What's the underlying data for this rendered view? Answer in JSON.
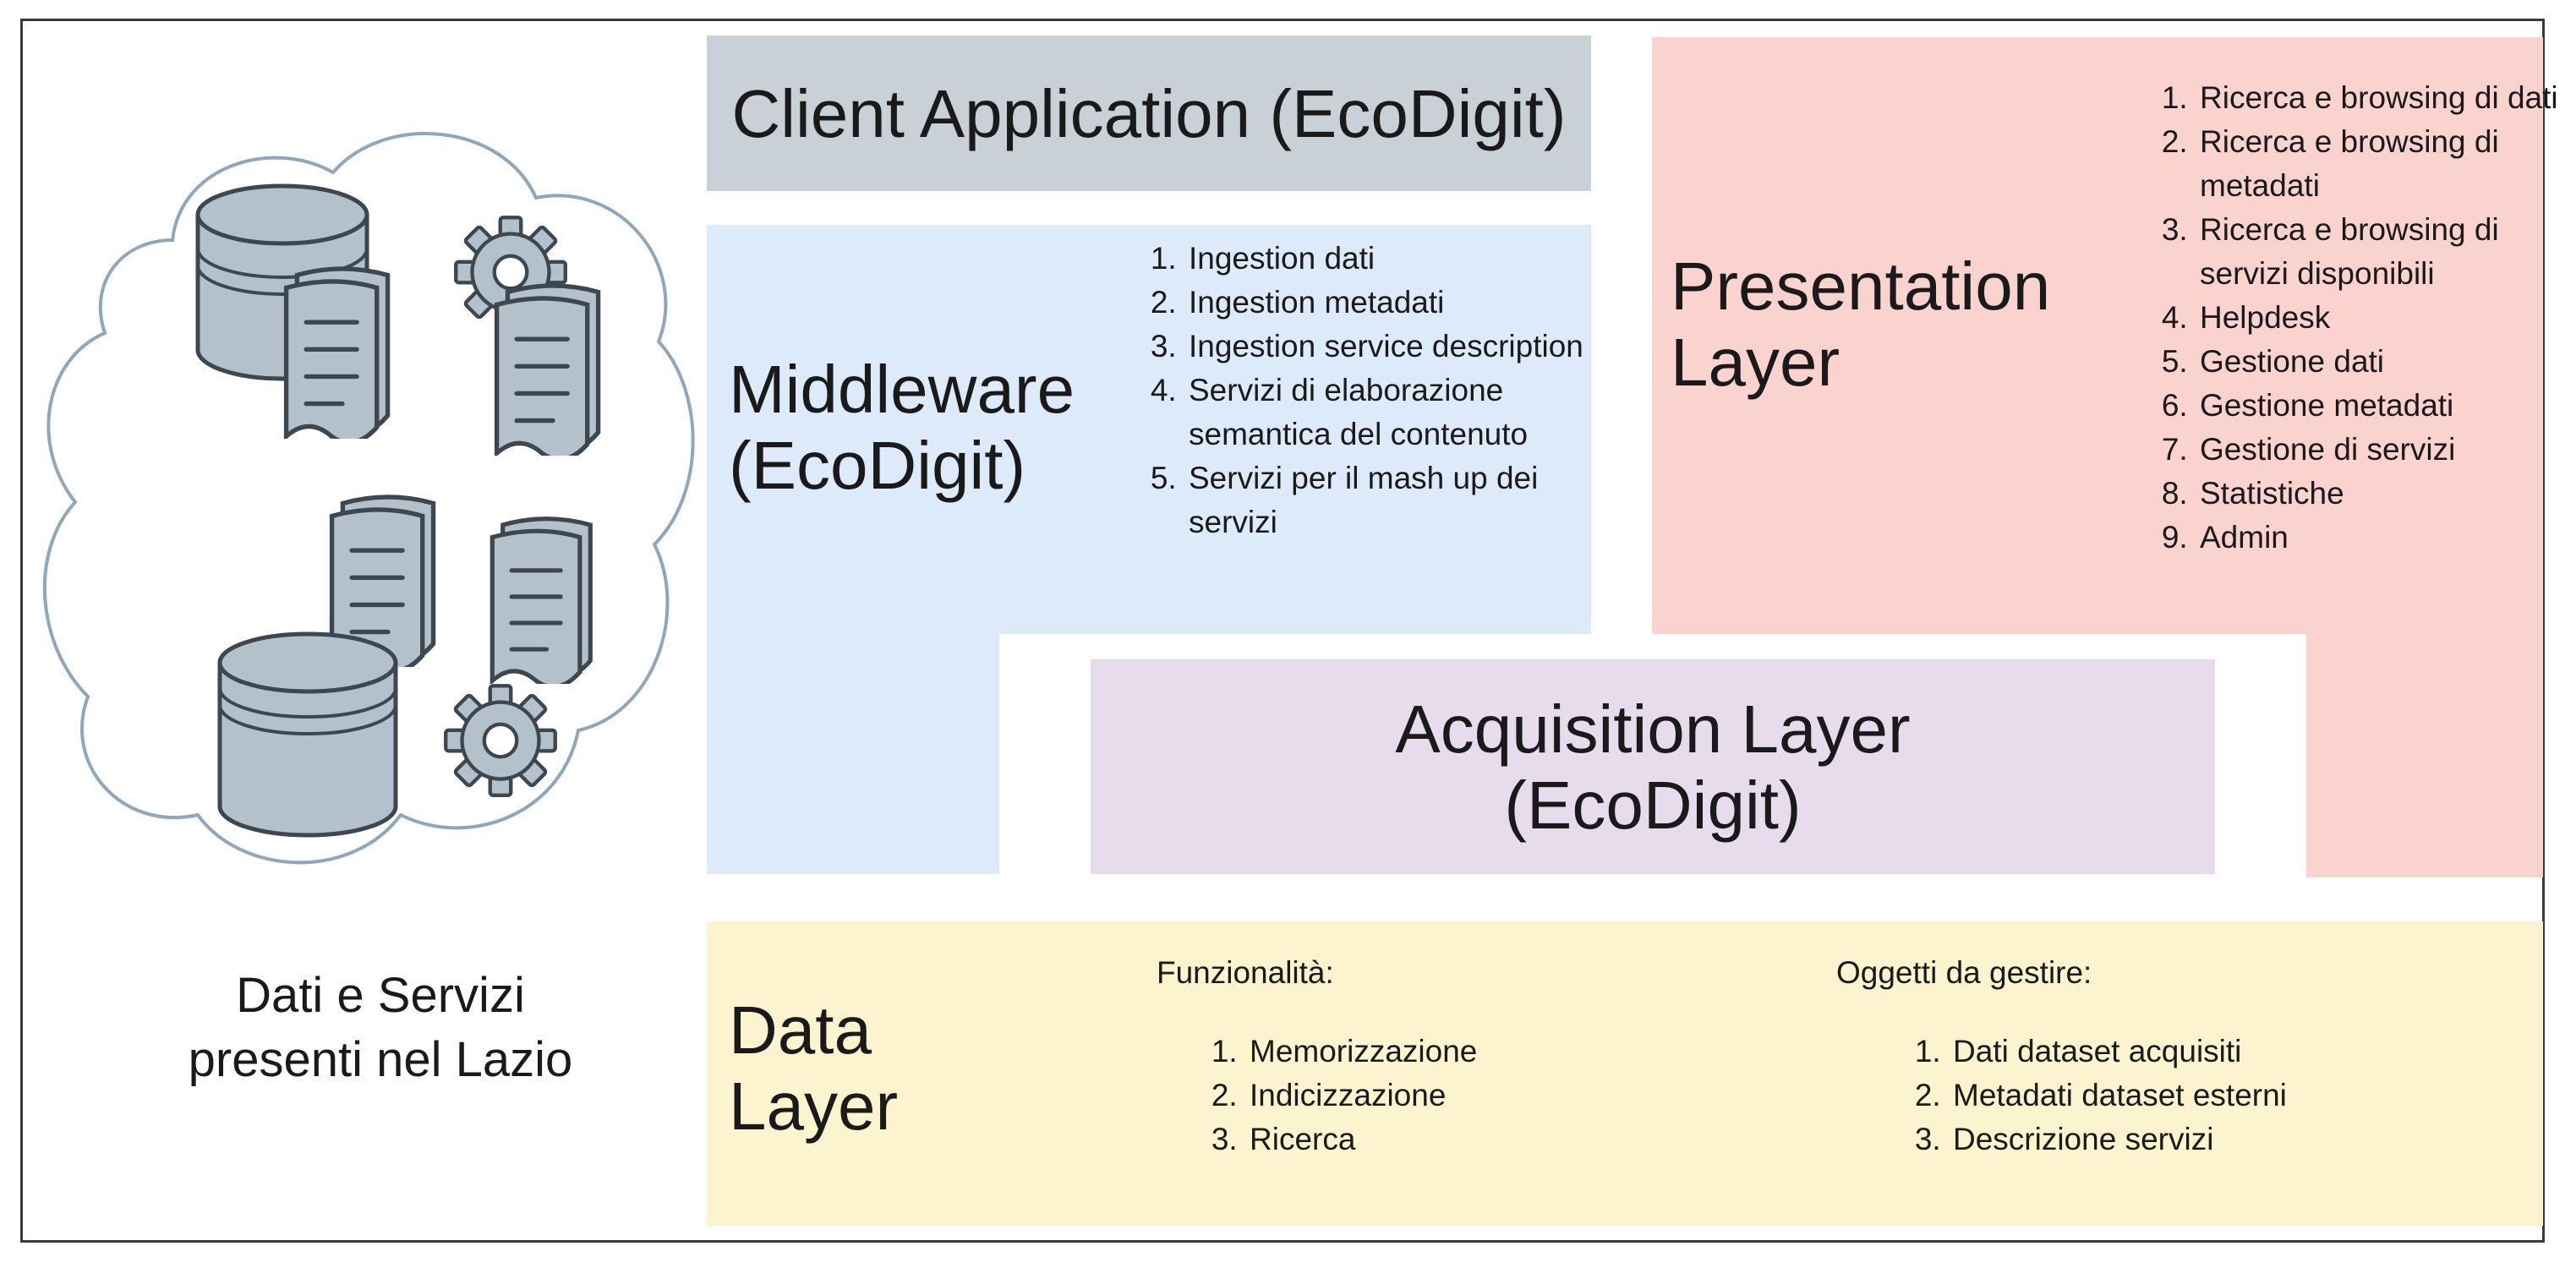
{
  "client_application": {
    "title": "Client Application (EcoDigit)",
    "color": "#c9d0d6"
  },
  "middleware": {
    "title_line1": "Middleware",
    "title_line2": "(EcoDigit)",
    "color": "#dceaf9",
    "items": [
      "Ingestion dati",
      "Ingestion metadati",
      "Ingestion service description",
      "Servizi di elaborazione semantica del contenuto",
      "Servizi per il mash up dei servizi"
    ]
  },
  "presentation_layer": {
    "title_line1": "Presentation",
    "title_line2": "Layer",
    "color": "#fbd3ce",
    "items": [
      "Ricerca e browsing di dati",
      "Ricerca e browsing di metadati",
      "Ricerca e browsing di servizi disponibili",
      "Helpdesk",
      "Gestione dati",
      "Gestione metadati",
      "Gestione di servizi",
      "Statistiche",
      "Admin"
    ]
  },
  "acquisition_layer": {
    "title_line1": "Acquisition Layer",
    "title_line2": "(EcoDigit)",
    "color": "#e6dcec"
  },
  "data_layer": {
    "title_line1": "Data",
    "title_line2": "Layer",
    "color": "#fbf4cf",
    "functions_header": "Funzionalità:",
    "functions": [
      "Memorizzazione",
      "Indicizzazione",
      "Ricerca"
    ],
    "objects_header": "Oggetti da gestire:",
    "objects": [
      "Dati dataset acquisiti",
      "Metadati dataset esterni",
      "Descrizione servizi"
    ]
  },
  "sources": {
    "caption_line1": "Dati e Servizi",
    "caption_line2": "presenti nel Lazio",
    "icons": [
      "cloud-icon",
      "database-icon",
      "gear-icon",
      "document-icon"
    ]
  }
}
